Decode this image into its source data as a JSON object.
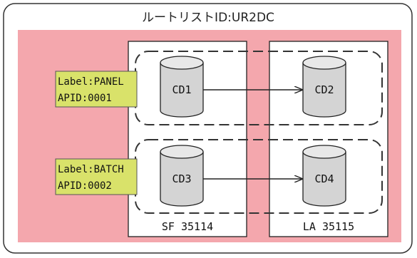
{
  "title": "ルートリストID:UR2DC",
  "storage_units": [
    {
      "id": "left",
      "label": "SF 35114"
    },
    {
      "id": "right",
      "label": "LA 35115"
    }
  ],
  "pairs": [
    {
      "tag": {
        "line1": "Label:PANEL",
        "line2": "APID:0001"
      },
      "source": "CD1",
      "target": "CD2"
    },
    {
      "tag": {
        "line1": "Label:BATCH",
        "line2": "APID:0002"
      },
      "source": "CD3",
      "target": "CD4"
    }
  ],
  "colors": {
    "outer_background": "#f4a7ad",
    "unit_fill": "#ffffff",
    "tag_fill": "#d9e26a",
    "disk_fill": "#d4d4d4",
    "disk_top": "#e8e8e8",
    "stroke": "#222222"
  }
}
